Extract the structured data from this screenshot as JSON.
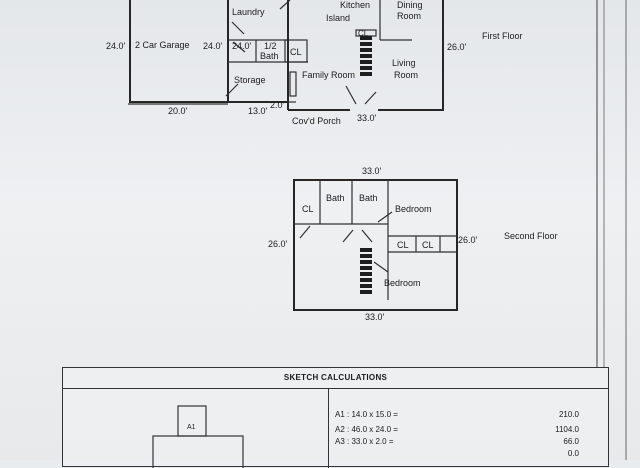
{
  "first_floor": {
    "heading": "First Floor",
    "rooms": {
      "laundry": "Laundry",
      "garage": "2 Car Garage",
      "half_bath_1": "1/2",
      "half_bath_2": "Bath",
      "closet": "CL",
      "storage": "Storage",
      "family": "Family Room",
      "kitchen": "Kitchen",
      "island": "Island",
      "dining_1": "Dining",
      "dining_2": "Room",
      "living_1": "Living",
      "living_2": "Room",
      "stair_closet": "CL",
      "porch": "Cov'd Porch"
    },
    "dims": {
      "garage_left": "24.0'",
      "garage_right": "24.0'",
      "inner": "24.0'",
      "garage_bottom": "20.0'",
      "storage_bottom": "13.0'",
      "porch_depth": "2.0'",
      "porch_width": "33.0'",
      "right_side": "26.0'"
    }
  },
  "second_floor": {
    "heading": "Second Floor",
    "rooms": {
      "closet_left": "CL",
      "bath_1": "Bath",
      "bath_2": "Bath",
      "bedroom_upper": "Bedroom",
      "closet_a": "CL",
      "closet_b": "CL",
      "bedroom_lower": "Bedroom"
    },
    "dims": {
      "top": "33.0'",
      "left": "26.0'",
      "right": "26.0'",
      "bottom": "33.0'"
    }
  },
  "sketch_calculations": {
    "title": "SKETCH CALCULATIONS",
    "mini_label": "A1",
    "rows": [
      {
        "formula": "A1 : 14.0 x 15.0 =",
        "result": "210.0"
      },
      {
        "formula": "A2 : 46.0 x 24.0 =",
        "result": "1104.0"
      },
      {
        "formula": "A3 : 33.0 x 2.0 =",
        "result": "66.0"
      },
      {
        "formula": "",
        "result": "0.0"
      }
    ]
  }
}
